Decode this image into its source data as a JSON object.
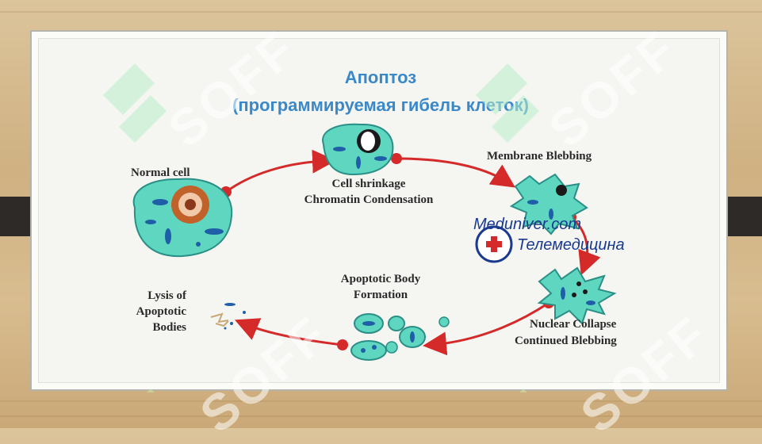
{
  "slide": {
    "title_line1": "Апоптоз",
    "title_line2": "(программируемая гибель клеток)"
  },
  "stages": {
    "normal_cell": "Normal cell",
    "shrinkage_line1": "Cell shrinkage",
    "shrinkage_line2": "Chromatin Condensation",
    "blebbing": "Membrane Blebbing",
    "collapse_line1": "Nuclear Collapse",
    "collapse_line2": "Continued Blebbing",
    "apoptotic_body_line1": "Apoptotic Body",
    "apoptotic_body_line2": "Formation",
    "lysis_line1": "Lysis of",
    "lysis_line2": "Apoptotic",
    "lysis_line3": "Bodies"
  },
  "watermark": {
    "site_line1": "Meduniver.com",
    "site_line2": "Телемедицина",
    "brand": "SOFF"
  },
  "colors": {
    "cell_fill": "#5fd6c0",
    "cell_outline": "#2a8f86",
    "cycle_arrow": "#d42a2a",
    "title": "#3b88c9",
    "organelle": "#1f5fa8"
  }
}
